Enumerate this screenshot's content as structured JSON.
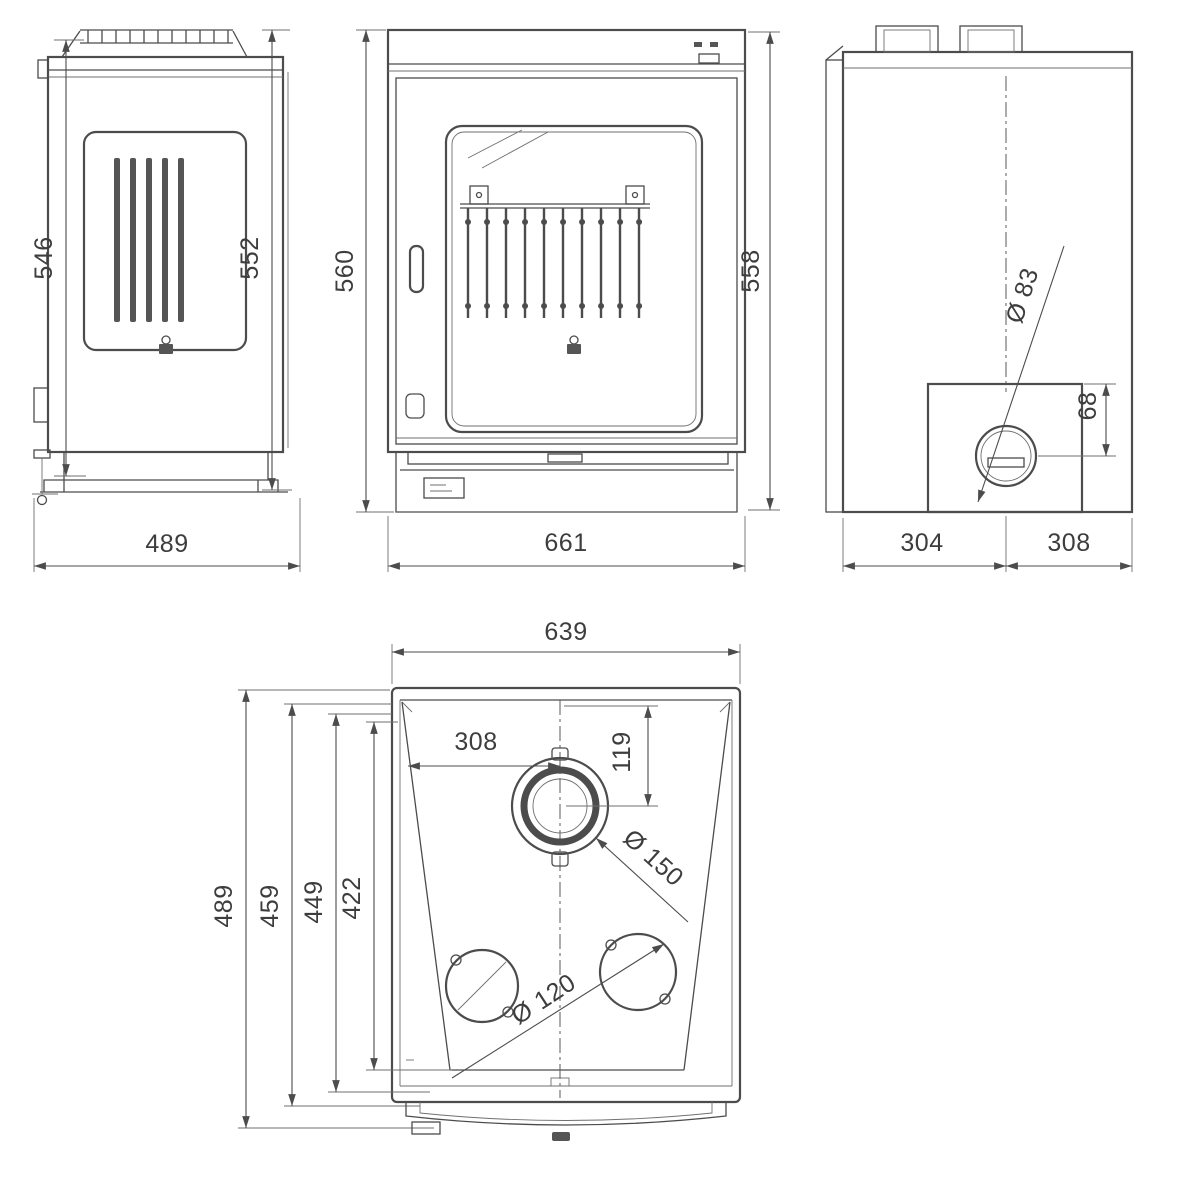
{
  "side_view": {
    "height_inner": "546",
    "height_overall": "552",
    "depth": "489"
  },
  "front_view": {
    "height_left": "560",
    "height_right": "558",
    "width": "661"
  },
  "rear_view": {
    "flue_diameter": "Ø 83",
    "flue_center_offset": "68",
    "width_left_of_center": "304",
    "width_right_of_center": "308"
  },
  "top_view": {
    "width": "639",
    "flue_center_from_left": "308",
    "flue_center_from_top": "119",
    "depth_overall": "489",
    "depth_body": "459",
    "depth_inner": "449",
    "depth_firebox": "422",
    "flue_diameter": "Ø 150",
    "outlet_diameter": "Ø 120"
  },
  "colors": {
    "line": "#4c4c4c",
    "text": "#3d3d3d"
  }
}
